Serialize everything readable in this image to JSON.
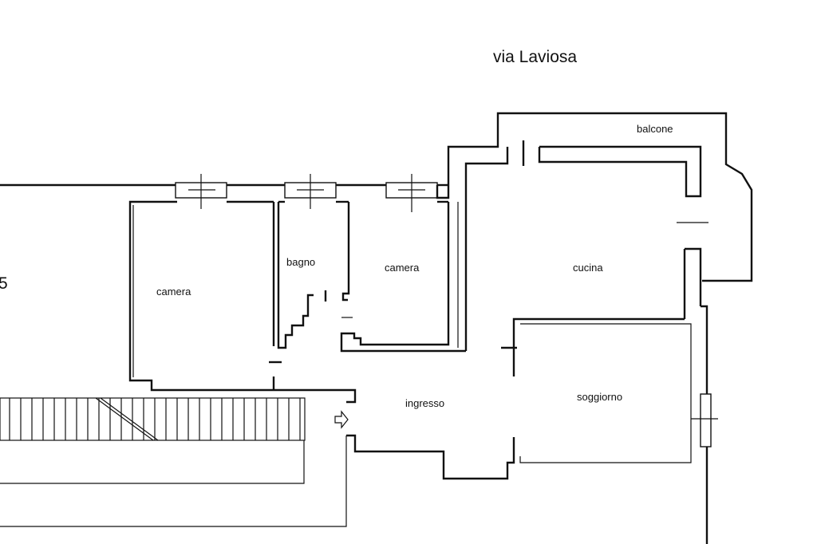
{
  "street": {
    "label": "via Laviosa"
  },
  "edge_mark": {
    "label": "5"
  },
  "rooms": {
    "balcone": "balcone",
    "bagno": "bagno",
    "camera_left": "camera",
    "camera_mid": "camera",
    "cucina": "cucina",
    "ingresso": "ingresso",
    "soggiorno": "soggiorno"
  },
  "colors": {
    "line": "#111111",
    "background": "#ffffff"
  }
}
